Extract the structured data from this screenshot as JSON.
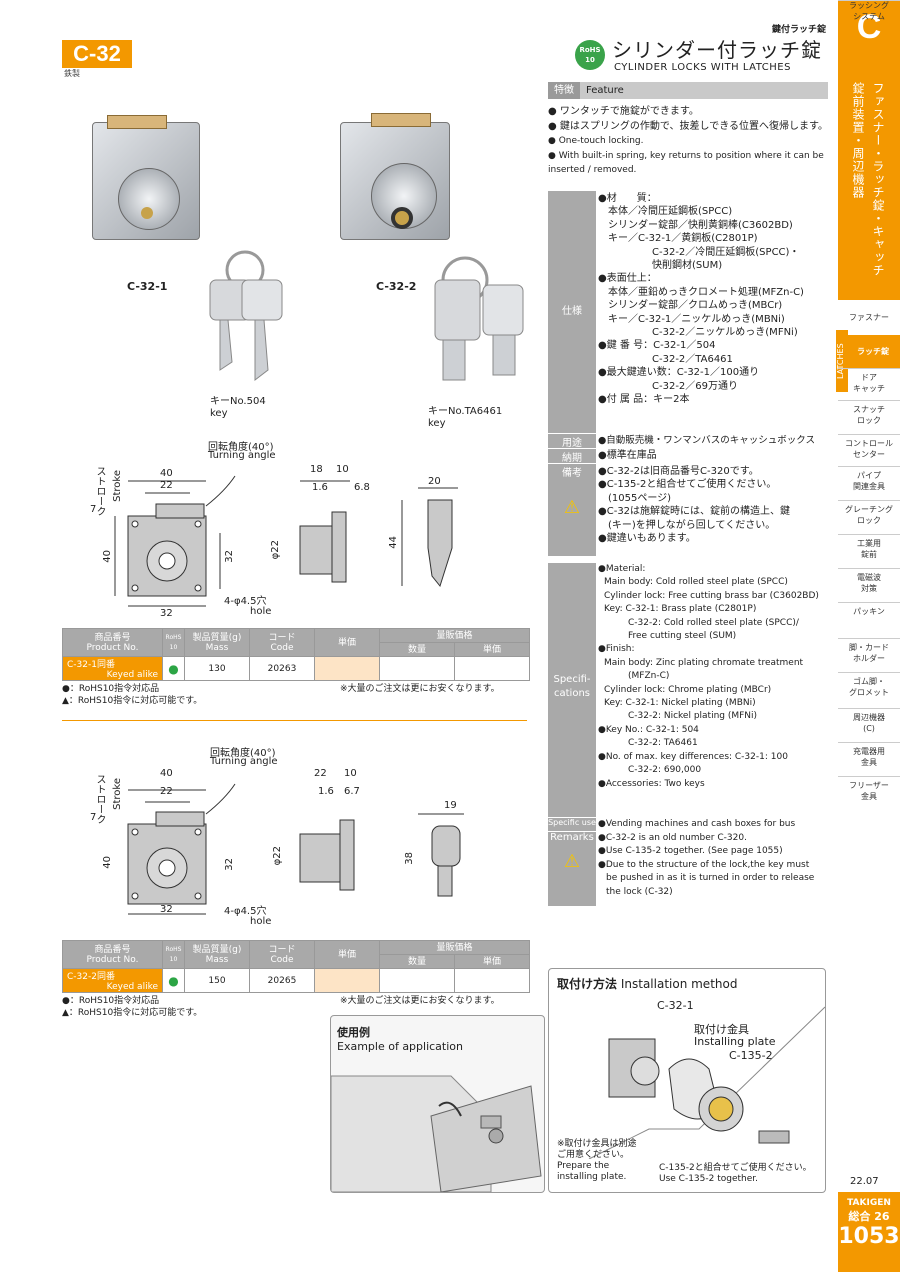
{
  "header": {
    "code": "C-32",
    "material": "鉄製",
    "category": "鍵付ラッチ錠",
    "rohs": [
      "RoHS",
      "10"
    ],
    "title_jp": "シリンダー付ラッチ錠",
    "title_en": "CYLINDER LOCKS WITH LATCHES"
  },
  "side": {
    "letter": "C",
    "vertical1": "ファスナー・ラッチ錠・キャッチ",
    "vertical2": "錠前装置・周辺機器",
    "latches": "LATCHES",
    "nav": [
      "ファスナー",
      "ラッチ錠",
      "ドア\nキャッチ",
      "スナッチ\nロック",
      "コントロール\nセンター",
      "パイプ\n関連金具",
      "グレーチング\nロック",
      "工業用\n錠前",
      "電磁波\n対策",
      "パッキン",
      "脚・カード\nホルダー",
      "ゴム脚・\nグロメット",
      "周辺機器\n(C)",
      "充電器用\n金具",
      "フリーザー\n金具",
      "ラッシング\nシステム"
    ]
  },
  "products": {
    "c321": "C-32-1",
    "c322": "C-32-2",
    "key1_jp": "キーNo.504",
    "key1_en": "key",
    "key2_jp": "キーNo.TA6461",
    "key2_en": "key"
  },
  "feature": {
    "label_jp": "特徴",
    "label_en": "Feature",
    "items": [
      "ワンタッチで施錠ができます。",
      "鍵はスプリングの作動で、抜差しできる位置へ復帰します。",
      "One-touch locking.",
      "With built-in spring, key returns to position where it can be inserted / removed."
    ]
  },
  "spec_jp": {
    "label": "仕様",
    "lines": [
      "●材　　質：",
      "本体／冷間圧延鋼板(SPCC)",
      "シリンダー錠部／快削黄銅棒(C3602BD)",
      "キー／C-32-1／黄銅板(C2801P)",
      "C-32-2／冷間圧延鋼板(SPCC)・",
      "快削鋼材(SUM)",
      "●表面仕上：",
      "本体／亜鉛めっきクロメート処理(MFZn-C)",
      "シリンダー錠部／クロムめっき(MBCr)",
      "キー／C-32-1／ニッケルめっき(MBNi)",
      "C-32-2／ニッケルめっき(MFNi)",
      "●鍵 番 号：C-32-1／504",
      "C-32-2／TA6461",
      "●最大鍵違い数：C-32-1／100通り",
      "C-32-2／69万通り",
      "●付 属 品：キー2本"
    ],
    "use_label": "用途",
    "use": "●自動販売機・ワンマンバスのキャッシュボックス",
    "delivery_label": "納期",
    "delivery": "●標準在庫品",
    "remarks_label": "備考",
    "remarks": [
      "●C-32-2は旧商品番号C-320です。",
      "●C-135-2と組合せてご使用ください。",
      "(1055ページ)",
      "●C-32は施解錠時には、錠前の構造上、鍵",
      "(キー)を押しながら回してください。",
      "●鍵違いもあります。"
    ]
  },
  "spec_en": {
    "label": "Specifi-\ncations",
    "lines": [
      "●Material:",
      "Main body: Cold rolled steel plate (SPCC)",
      "Cylinder lock: Free cutting brass bar (C3602BD)",
      "Key: C-32-1: Brass plate (C2801P)",
      "C-32-2: Cold rolled steel plate (SPCC)/",
      "Free cutting steel (SUM)",
      "●Finish:",
      "Main body: Zinc plating chromate treatment",
      "(MFZn-C)",
      "Cylinder lock: Chrome plating (MBCr)",
      "Key: C-32-1: Nickel plating (MBNi)",
      "C-32-2: Nickel plating (MFNi)",
      "●Key No.: C-32-1: 504",
      "C-32-2: TA6461",
      "●No. of max. key differences: C-32-1: 100",
      "C-32-2: 690,000",
      "●Accessories: Two keys"
    ],
    "use_label": "Specific use",
    "use": "●Vending machines and cash boxes for bus",
    "remarks_label": "Remarks",
    "remarks": [
      "●C-32-2 is an old number C-320.",
      "●Use C-135-2 together. (See page 1055)",
      "●Due to the structure of the lock,the key must",
      "be pushed in as it is turned in order to release",
      "the lock (C-32)"
    ]
  },
  "drawing": {
    "turn_jp": "回転角度(40°)",
    "turn_en": "Turning angle",
    "stroke_jp": "ストローク",
    "stroke_en": "Stroke",
    "seven": "7",
    "d40": "40",
    "d22": "22",
    "d32": "32",
    "d32v": "32",
    "d40v": "40",
    "hole_jp": "4-φ4.5穴",
    "hole_en": "hole",
    "phi22": "φ22",
    "a": {
      "d18": "18",
      "d10": "10",
      "d16": "1.6",
      "d68": "6.8",
      "d20": "20",
      "d44": "44"
    },
    "b": {
      "d22": "22",
      "d10": "10",
      "d16": "1.6",
      "d67": "6.7",
      "d19": "19",
      "d38": "38"
    }
  },
  "table": {
    "h_code_jp": "商品番号",
    "h_code_en": "Product No.",
    "h_rohs": "RoHS\n10",
    "h_mass_jp": "製品質量(g)",
    "h_mass_en": "Mass",
    "h_cd_jp": "コード",
    "h_cd_en": "Code",
    "h_price": "単価",
    "h_bulk": "量販価格",
    "h_qty": "数量",
    "h_unit": "単価",
    "rows": [
      {
        "code": "C-32-1同番",
        "sub": "Keyed alike",
        "mass": "130",
        "cd": "20263"
      },
      {
        "code": "C-32-2同番",
        "sub": "Keyed alike",
        "mass": "150",
        "cd": "20265"
      }
    ],
    "note1": "●：RoHS10指令対応品",
    "note2": "▲：RoHS10指令に対応可能です。",
    "bulk_note": "※大量のご注文は更にお安くなります。"
  },
  "install": {
    "title_jp": "取付け方法",
    "title_en": "Installation method",
    "c321": "C-32-1",
    "plate_jp": "取付け金具",
    "plate_en": "Installing plate",
    "c1352": "C-135-2",
    "note_l": [
      "※取付け金具は別途",
      "ご用意ください。",
      "Prepare the",
      "installing plate."
    ],
    "note_r": [
      "C-135-2と組合せてご使用ください。",
      "Use C-135-2 together."
    ]
  },
  "app": {
    "title_jp": "使用例",
    "title_en": "Example of application"
  },
  "footer": {
    "date": "22.07",
    "brand": "TAKIGEN",
    "sogo": "総合",
    "num": "26",
    "page": "1053"
  }
}
